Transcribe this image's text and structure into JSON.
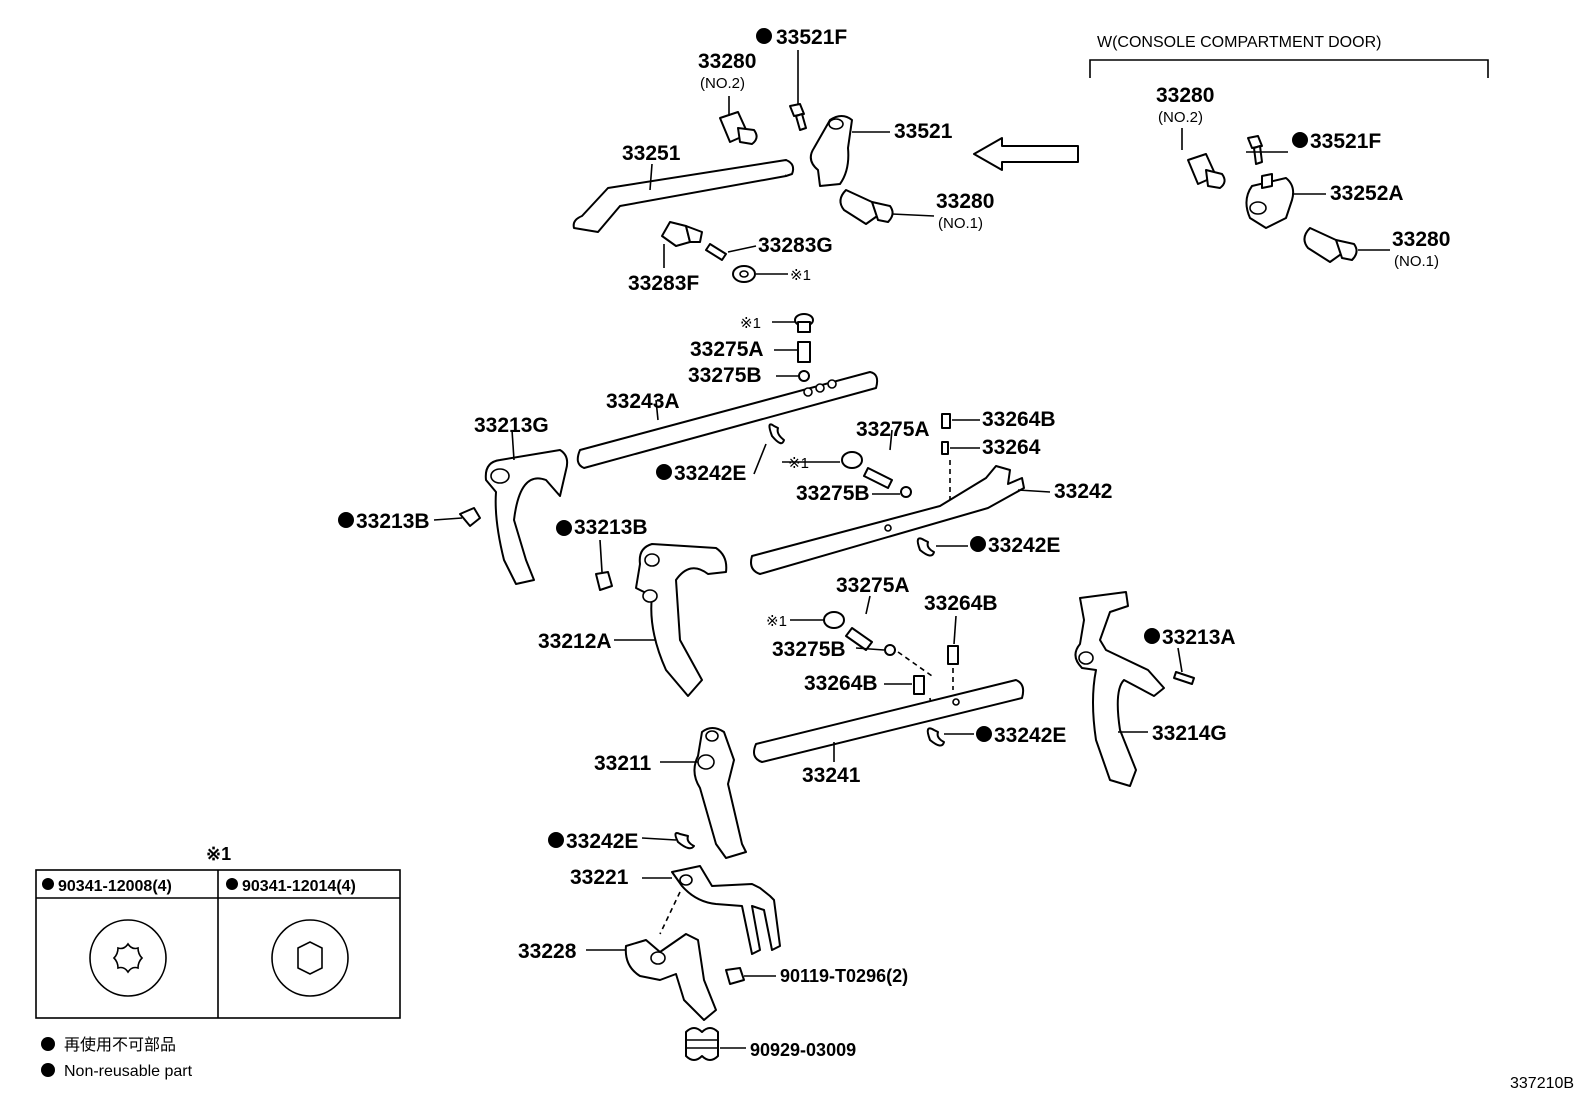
{
  "header": {
    "variant": "W(CONSOLE COMPARTMENT DOOR)"
  },
  "parts": {
    "p33521F_top": "33521F",
    "p33280_top": "33280",
    "p33280_top_sub": "(NO.2)",
    "p33521": "33521",
    "p33251": "33251",
    "p33280_mid": "33280",
    "p33280_mid_sub": "(NO.1)",
    "p33283G": "33283G",
    "p33283F": "33283F",
    "ref1_a": "※1",
    "v33280_a": "33280",
    "v33280_a_sub": "(NO.2)",
    "v33521F": "33521F",
    "v33252A": "33252A",
    "v33280_b": "33280",
    "v33280_b_sub": "(NO.1)",
    "ref1_b": "※1",
    "p33275A_1": "33275A",
    "p33275B_1": "33275B",
    "p33243A": "33243A",
    "p33213G": "33213G",
    "p33264B_1": "33264B",
    "p33275A_2": "33275A",
    "p33264": "33264",
    "ref1_c": "※1",
    "p33242E_1": "33242E",
    "p33275B_2": "33275B",
    "p33242": "33242",
    "p33213B_1": "33213B",
    "p33213B_2": "33213B",
    "p33242E_2": "33242E",
    "p33275A_3": "33275A",
    "p33264B_2": "33264B",
    "ref1_d": "※1",
    "p33213A": "33213A",
    "p33212A": "33212A",
    "p33275B_3": "33275B",
    "p33264B_3": "33264B",
    "p33214G": "33214G",
    "p33242E_3": "33242E",
    "p33211": "33211",
    "p33241": "33241",
    "p33242E_4": "33242E",
    "p33221": "33221",
    "p33228": "33228",
    "p90119": "90119-T0296(2)",
    "p90929": "90929-03009"
  },
  "inset": {
    "ref": "※1",
    "col1": "90341-12008(4)",
    "col2": "90341-12014(4)"
  },
  "legend": {
    "line1": "再使用不可部品",
    "line2": "Non-reusable part"
  },
  "figure_id": "337210B"
}
